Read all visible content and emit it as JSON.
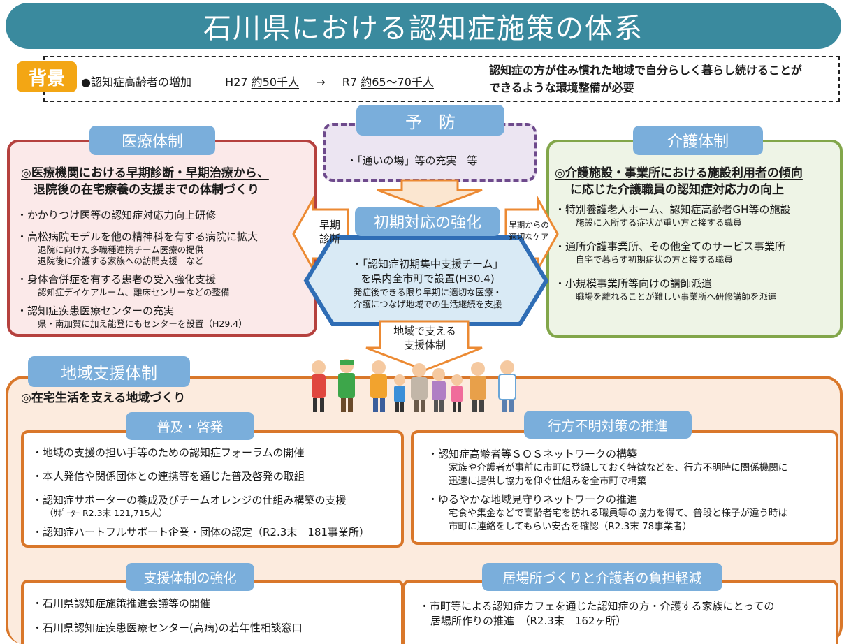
{
  "title": "石川県における認知症施策の体系",
  "background": {
    "badge": "背景",
    "bullet": "●認知症高齢者の増加",
    "h27_label": "H27",
    "h27_value": "約50千人",
    "arrow": "→",
    "r7_label": "R7",
    "r7_value": "約65～70千人",
    "need_line1": "認知症の方が住み慣れた地域で自分らしく暮らし続けることが",
    "need_line2": "できるような環境整備が必要"
  },
  "prevention": {
    "header": "予　防",
    "item": "・「通いの場」等の充実　等"
  },
  "medical": {
    "header": "医療体制",
    "heading_line1": "◎医療機関における早期診断・早期治療から、",
    "heading_line2": "退院後の在宅療養の支援までの体制づくり",
    "items": [
      {
        "text": "・かかりつけ医等の認知症対応力向上研修",
        "subs": []
      },
      {
        "text": "・高松病院モデルを他の精神科を有する病院に拡大",
        "subs": [
          "退院に向けた多職種連携チーム医療の提供",
          "退院後に介護する家族への訪問支援　など"
        ]
      },
      {
        "text": "・身体合併症を有する患者の受入強化支援",
        "subs": [
          "認知症デイケアルーム、離床センサーなどの整備"
        ]
      },
      {
        "text": "・認知症疾患医療センターの充実",
        "subs": [
          "県・南加賀に加え能登にもセンターを設置（H29.4）"
        ]
      }
    ]
  },
  "care": {
    "header": "介護体制",
    "heading_line1": "◎介護施設・事業所における施設利用者の傾向",
    "heading_line2": "に応じた介護職員の認知症対応力の向上",
    "items": [
      {
        "text": "・特別養護老人ホーム、認知症高齢者GH等の施設",
        "subs": [
          "施設に入所する症状が重い方と接する職員"
        ]
      },
      {
        "text": "・通所介護事業所、その他全てのサービス事業所",
        "subs": [
          "自宅で暮らす初期症状の方と接する職員"
        ]
      },
      {
        "text": "・小規模事業所等向けの講師派遣",
        "subs": [
          "職場を離れることが難しい事業所へ研修講師を派遣"
        ]
      }
    ]
  },
  "initial": {
    "header": "初期対応の強化",
    "line1": "・「認知症初期集中支援チーム」",
    "line2": "を県内全市町で設置(H30.4)",
    "line3": "発症後できる限り早期に適切な医療・",
    "line4": "介護につなげ地域での生活継続を支援"
  },
  "arrows": {
    "left_line1": "早期",
    "left_line2": "診断",
    "right_line1": "早期からの",
    "right_line2": "適切なケア",
    "down_line1": "地域で支える",
    "down_line2": "支援体制"
  },
  "regional": {
    "header": "地域支援体制",
    "heading": "◎在宅生活を支える地域づくり",
    "awareness": {
      "header": "普及・啓発",
      "items": [
        {
          "text": "・地域の支援の担い手等のための認知症フォーラムの開催",
          "sub": ""
        },
        {
          "text": "・本人発信や関係団体との連携等を通じた普及啓発の取組",
          "sub": ""
        },
        {
          "text": "・認知症サポーターの養成及びチームオレンジの仕組み構築の支援",
          "sub": "（ｻﾎﾟｰﾀｰ R2.3末 121,715人）"
        },
        {
          "text": "・認知症ハートフルサポート企業・団体の認定（R2.3末　181事業所）",
          "sub": ""
        }
      ]
    },
    "missing": {
      "header": "行方不明対策の推進",
      "items": [
        {
          "text": "・認知症高齢者等ＳＯＳネットワークの構築",
          "subs": [
            "家族や介護者が事前に市町に登録しておく特徴などを、行方不明時に関係機関に",
            "迅速に提供し協力を仰ぐ仕組みを全市町で構築"
          ]
        },
        {
          "text": "・ゆるやかな地域見守りネットワークの推進",
          "subs": [
            "宅食や集金などで高齢者宅を訪れる職員等の協力を得て、普段と様子が違う時は",
            "市町に連絡をしてもらい安否を確認（R2.3末 78事業者）"
          ]
        }
      ]
    },
    "support": {
      "header": "支援体制の強化",
      "items": [
        "・石川県認知症施策推進会議等の開催",
        "・石川県認知症疾患医療センター(高病)の若年性相談窓口"
      ]
    },
    "place": {
      "header": "居場所づくりと介護者の負担軽減",
      "line1": "・市町等による認知症カフェを通じた認知症の方・介護する家族にとっての",
      "line2": "居場所作りの推進　（R2.3末　162ヶ所）"
    }
  },
  "colors": {
    "title": "#3a8a9e",
    "badge": "#f3a614",
    "pill": "#7aaedb",
    "medical_border": "#b5413e",
    "care_border": "#82a64a",
    "prevention_border": "#6e4a8c",
    "regional_border": "#d9772a",
    "hexagon": "#2f6db5"
  },
  "illustration": "community-people-icon"
}
